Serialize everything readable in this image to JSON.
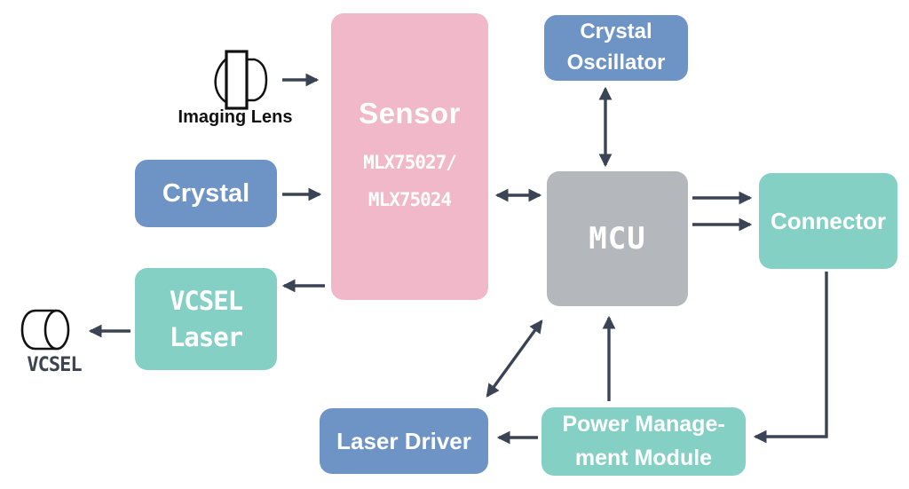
{
  "blocks": {
    "sensor": {
      "title": "Sensor",
      "model_line1": "MLX75027/",
      "model_line2": "MLX75024",
      "color": "#f0b8c8"
    },
    "crystal_oscillator": {
      "line1": "Crystal",
      "line2": "Oscillator",
      "color": "#6d94c4"
    },
    "crystal": {
      "label": "Crystal",
      "color": "#6d94c4"
    },
    "vcsel_laser": {
      "line1": "VCSEL",
      "line2": "Laser",
      "color": "#85d0c5"
    },
    "mcu": {
      "label": "MCU",
      "color": "#b4b8bd"
    },
    "connector": {
      "label": "Connector",
      "color": "#85d0c5"
    },
    "laser_driver": {
      "label": "Laser Driver",
      "color": "#6d94c4"
    },
    "power_management": {
      "line1": "Power Manage-",
      "line2": "ment Module",
      "color": "#85d0c5"
    }
  },
  "annotations": {
    "imaging_lens_label": "Imaging Lens",
    "vcsel_label": "VCSEL"
  },
  "colors": {
    "arrow": "#3b4455",
    "block_text": "#ffffff",
    "imaging_lens_text": "#111111",
    "vcsel_text": "#3d4450",
    "icon_stroke": "#111111",
    "background": "#ffffff"
  }
}
